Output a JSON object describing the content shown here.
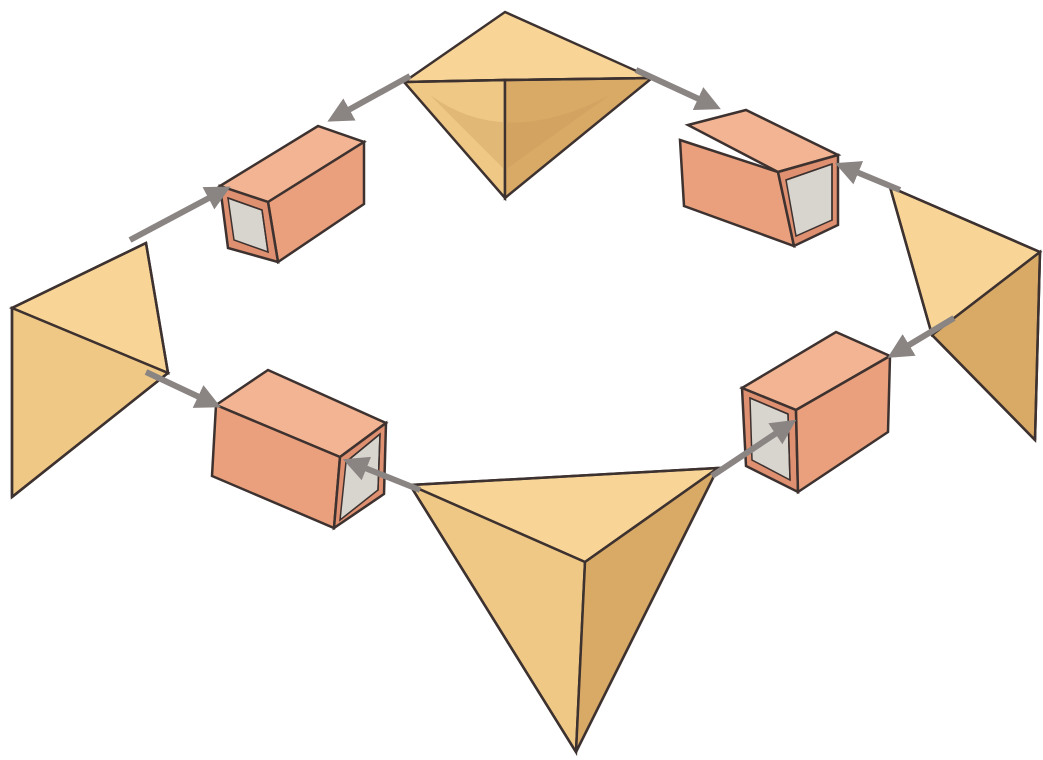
{
  "diagram": {
    "description_visible_text": "",
    "colors": {
      "background": "#ffffff",
      "pyramid_face_light": "#f8d597",
      "pyramid_face_mid": "#efc886",
      "pyramid_face_dark": "#d9aa66",
      "pyramid_shadow": "#c99a5a",
      "cube_front": "#eaa07c",
      "cube_top": "#f2b492",
      "cube_side": "#de9070",
      "cube_inner": "#d8d4ce",
      "outline": "#3d3230",
      "arrow": "#8a8483"
    },
    "nodes": [
      {
        "id": "pyramid-top",
        "kind": "pyramid"
      },
      {
        "id": "cube-upper-left",
        "kind": "hollow-cube"
      },
      {
        "id": "cube-upper-right",
        "kind": "hollow-cube"
      },
      {
        "id": "pyramid-left",
        "kind": "pyramid"
      },
      {
        "id": "pyramid-right",
        "kind": "pyramid"
      },
      {
        "id": "cube-lower-left",
        "kind": "hollow-cube"
      },
      {
        "id": "cube-lower-right",
        "kind": "hollow-cube"
      },
      {
        "id": "pyramid-bottom",
        "kind": "pyramid"
      }
    ],
    "edges": [
      {
        "from": "pyramid-top",
        "to": "cube-upper-left"
      },
      {
        "from": "pyramid-top",
        "to": "cube-upper-right"
      },
      {
        "from": "pyramid-left",
        "to": "cube-upper-left"
      },
      {
        "from": "pyramid-left",
        "to": "cube-lower-left"
      },
      {
        "from": "pyramid-right",
        "to": "cube-upper-right"
      },
      {
        "from": "pyramid-right",
        "to": "cube-lower-right"
      },
      {
        "from": "pyramid-bottom",
        "to": "cube-lower-left"
      },
      {
        "from": "pyramid-bottom",
        "to": "cube-lower-right"
      }
    ]
  }
}
